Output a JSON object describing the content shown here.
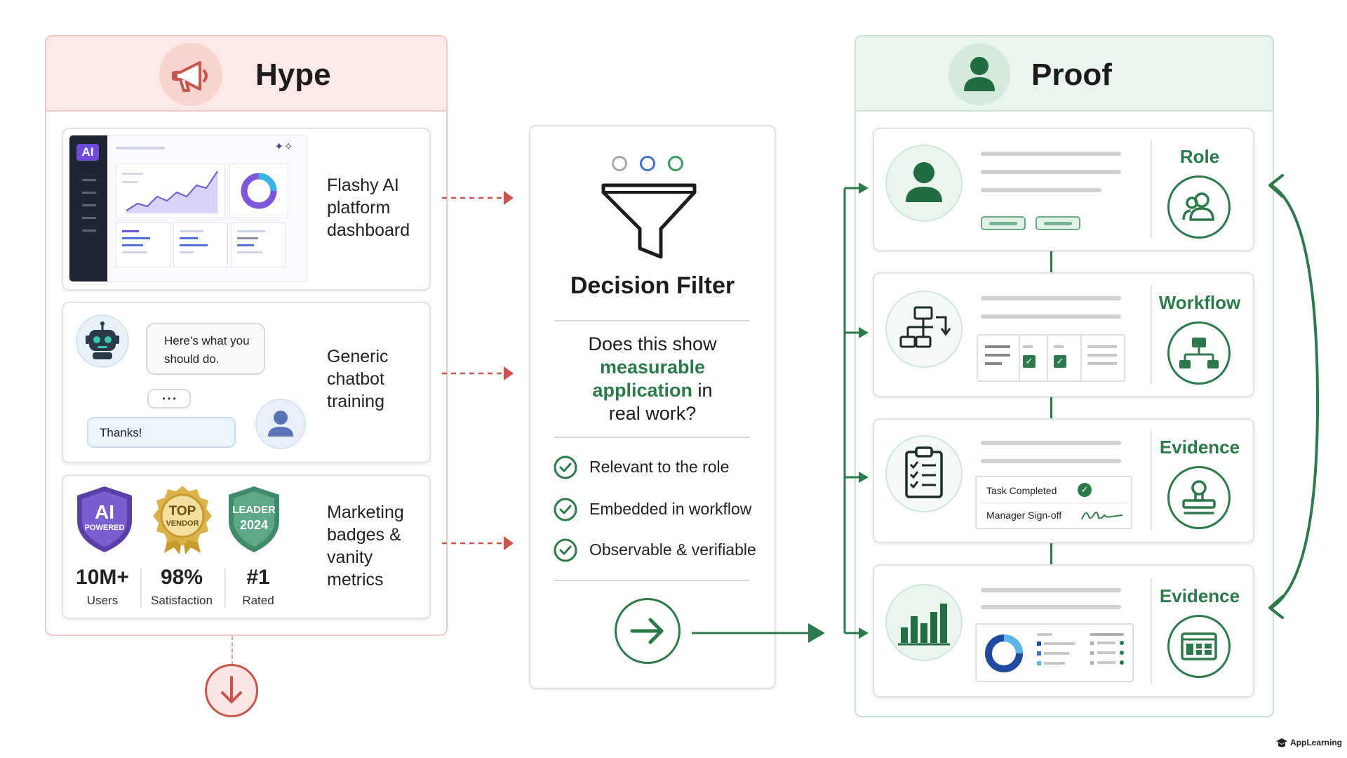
{
  "hype": {
    "title": "Hype",
    "cards": {
      "dashboard": {
        "desc": "Flashy AI platform dashboard",
        "ai_chip": "AI"
      },
      "chatbot": {
        "desc": "Generic chatbot training",
        "bot_message": "Here’s what you should do.",
        "typing": "• • •",
        "user_message": "Thanks!"
      },
      "badges": {
        "desc": "Marketing badges & vanity metrics",
        "badge1": {
          "big": "AI",
          "small": "POWERED"
        },
        "badge2": {
          "big": "TOP",
          "small": "VENDOR"
        },
        "badge3": {
          "big": "LEADER",
          "small": "2024"
        },
        "stats": [
          {
            "value": "10M+",
            "label": "Users"
          },
          {
            "value": "98%",
            "label": "Satisfaction"
          },
          {
            "value": "#1",
            "label": "Rated"
          }
        ]
      }
    }
  },
  "filter": {
    "title": "Decision Filter",
    "question_pre": "Does this show",
    "question_hl1": "measurable",
    "question_hl2": "application",
    "question_mid": " in",
    "question_post": "real work?",
    "criteria": [
      "Relevant to the role",
      "Embedded in workflow",
      "Observable & verifiable"
    ]
  },
  "proof": {
    "title": "Proof",
    "labels": [
      "Role",
      "Workflow",
      "Evidence",
      "Evidence"
    ],
    "evidence_rows": {
      "task": "Task Completed",
      "signoff": "Manager Sign-off"
    }
  },
  "brand": "AppLearning",
  "colors": {
    "hype_red": "#c9544b",
    "hype_bg": "#fde9e7",
    "proof_green": "#2c7a4c",
    "proof_bg": "#eaf5ee"
  }
}
